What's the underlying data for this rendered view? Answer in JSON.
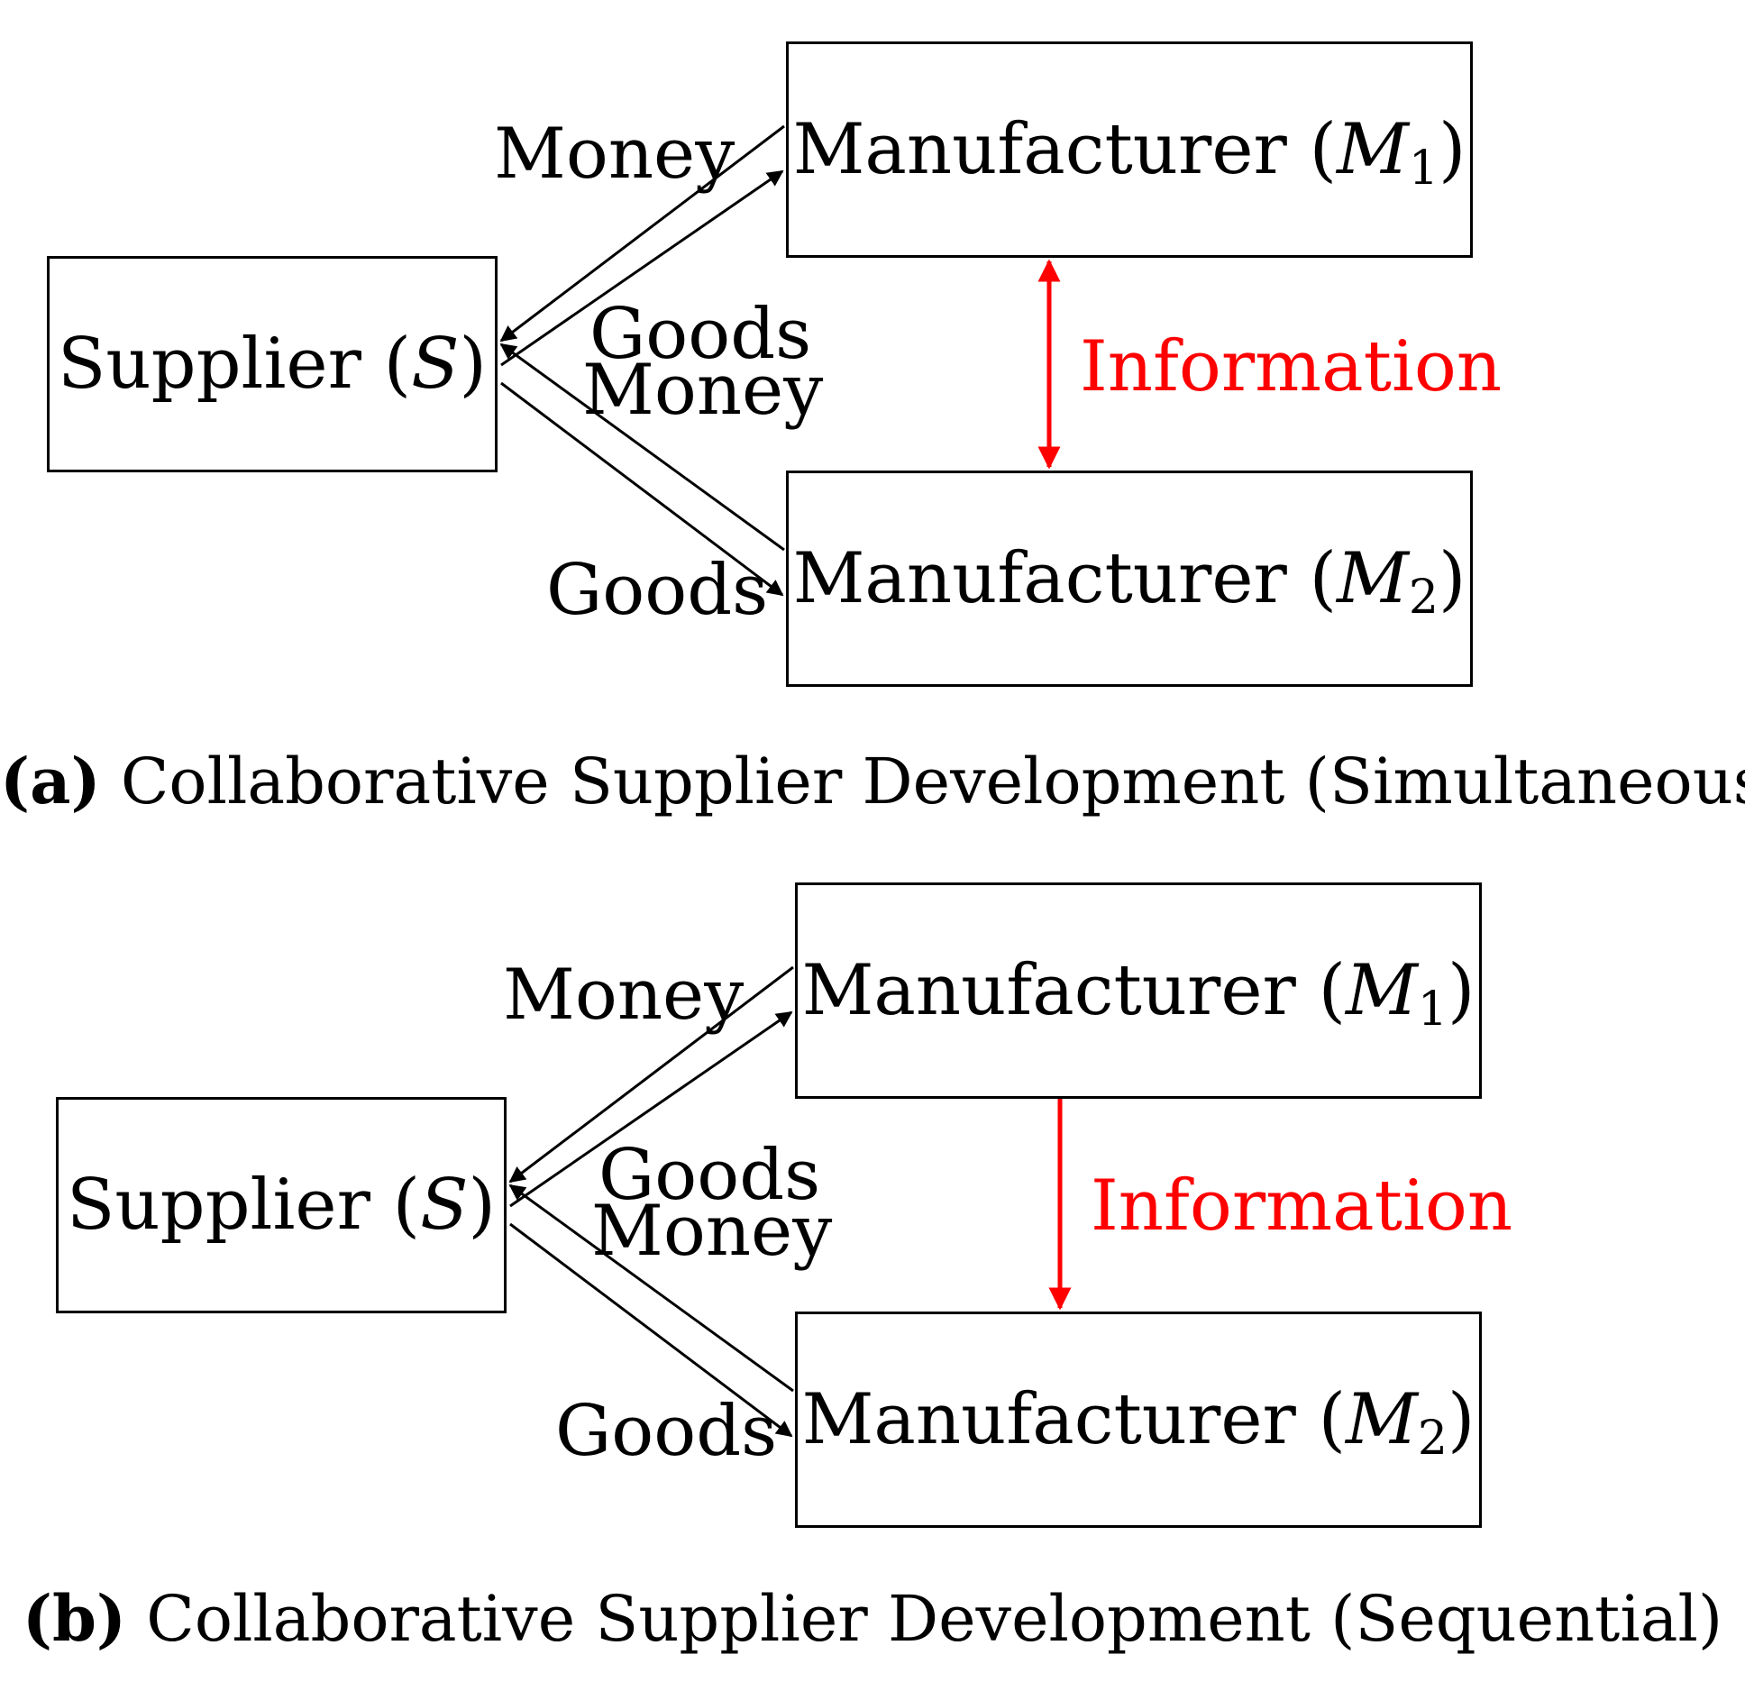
{
  "panels": [
    {
      "id": "a",
      "supplier": {
        "name": "Supplier",
        "symbol": "S"
      },
      "manufacturer1": {
        "name": "Manufacturer",
        "symbol": "M",
        "subscript": "1"
      },
      "manufacturer2": {
        "name": "Manufacturer",
        "symbol": "M",
        "subscript": "2"
      },
      "flows": {
        "money_top": "Money",
        "goods_mid": "Goods",
        "money_mid": "Money",
        "goods_bottom": "Goods",
        "information": "Information"
      },
      "information_direction": "bidirectional",
      "caption": {
        "tag": "(a)",
        "text": "Collaborative Supplier Development (Simultaneous)"
      }
    },
    {
      "id": "b",
      "supplier": {
        "name": "Supplier",
        "symbol": "S"
      },
      "manufacturer1": {
        "name": "Manufacturer",
        "symbol": "M",
        "subscript": "1"
      },
      "manufacturer2": {
        "name": "Manufacturer",
        "symbol": "M",
        "subscript": "2"
      },
      "flows": {
        "money_top": "Money",
        "goods_mid": "Goods",
        "money_mid": "Money",
        "goods_bottom": "Goods",
        "information": "Information"
      },
      "information_direction": "M1 to M2",
      "caption": {
        "tag": "(b)",
        "text": "Collaborative Supplier Development (Sequential)"
      }
    }
  ],
  "colors": {
    "information": "#ff0000",
    "lines": "#000000"
  }
}
